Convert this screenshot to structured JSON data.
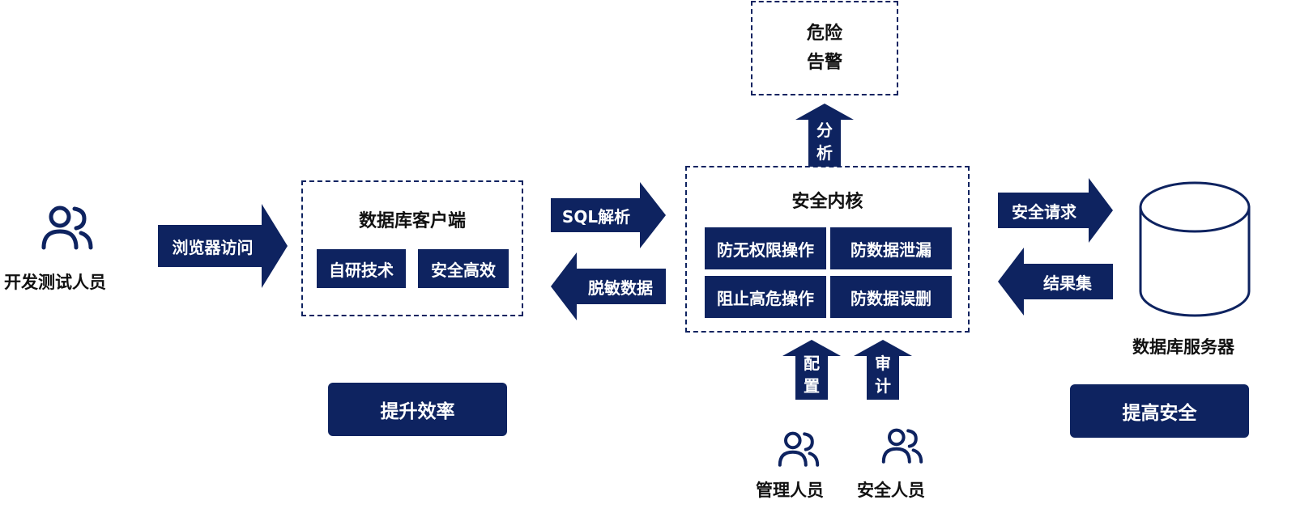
{
  "left_actor": {
    "label": "开发测试人员",
    "icon": "users-icon"
  },
  "arrow_browser": {
    "label": "浏览器访问"
  },
  "client_box": {
    "title": "数据库客户端",
    "tiles": [
      "自研技术",
      "安全高效"
    ]
  },
  "arrow_sql": {
    "label": "SQL解析"
  },
  "arrow_mask": {
    "label": "脱敏数据"
  },
  "core_box": {
    "title": "安全内核",
    "tiles": [
      "防无权限操作",
      "防数据泄漏",
      "阻止高危操作",
      "防数据误删"
    ]
  },
  "alert_box": {
    "line1": "危险",
    "line2": "告警"
  },
  "arrow_analyze": {
    "char1": "分",
    "char2": "析"
  },
  "arrow_request": {
    "label": "安全请求"
  },
  "arrow_result": {
    "label": "结果集"
  },
  "server": {
    "label": "数据库服务器",
    "icon": "database-icon"
  },
  "arrow_config": {
    "char1": "配",
    "char2": "置"
  },
  "arrow_audit": {
    "char1": "审",
    "char2": "计"
  },
  "admin": {
    "label": "管理人员",
    "icon": "users-icon"
  },
  "security": {
    "label": "安全人员",
    "icon": "users-icon"
  },
  "badge_efficiency": {
    "label": "提升效率"
  },
  "badge_security": {
    "label": "提高安全"
  },
  "colors": {
    "navy": "#0e2360",
    "white": "#ffffff"
  }
}
